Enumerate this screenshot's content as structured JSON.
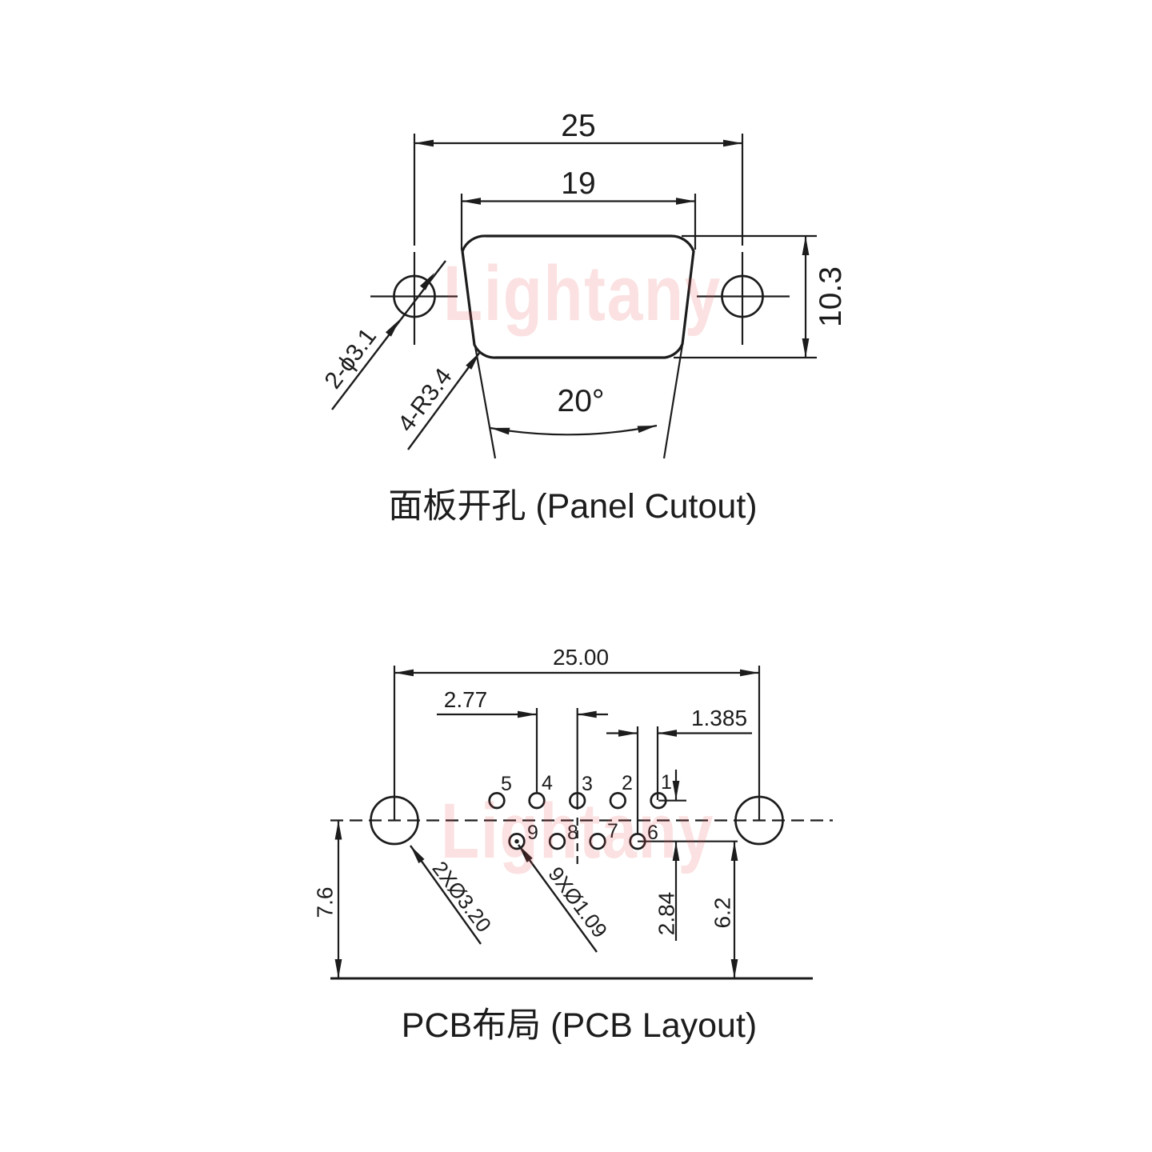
{
  "line_color": "#1c1c1c",
  "watermark": {
    "text": "Lightany",
    "color": "#e84a4a",
    "opacity": "0.16"
  },
  "panel_cutout": {
    "title": "面板开孔 (Panel Cutout)",
    "dim_width_outer": "25",
    "dim_width_inner": "19",
    "dim_height": "10.3",
    "dim_angle": "20°",
    "label_mount_holes": "2-ϕ3.1",
    "label_corner_radius": "4-R3.4"
  },
  "pcb_layout": {
    "title": "PCB布局 (PCB Layout)",
    "dim_mount_hole_span": "25.00",
    "dim_pin_pitch": "2.77",
    "dim_row_offset": "1.385",
    "dim_axis_to_edge": "7.6",
    "dim_row_spacing": "2.84",
    "dim_row_to_edge": "6.2",
    "label_mount_holes": "2XØ3.20",
    "label_pin_holes": "9XØ1.09",
    "pins": {
      "top_row": [
        "5",
        "4",
        "3",
        "2",
        "1"
      ],
      "bottom_row": [
        "9",
        "8",
        "7",
        "6"
      ]
    }
  }
}
